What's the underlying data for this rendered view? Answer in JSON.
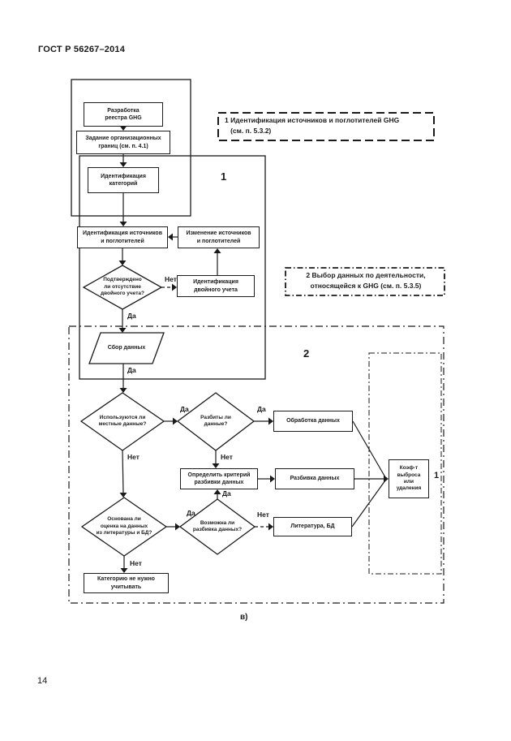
{
  "page": {
    "standard_ref": "ГОСТ Р 56267–2014",
    "page_number": "14",
    "figure_caption": "в)"
  },
  "legend": {
    "block1": "1 Идентификация источников и поглотителей GHG\n   (см. п. 5.3.2)",
    "block2": "2 Выбор данных по деятельности,\nотносящейся к GHG (см. п. 5.3.5)"
  },
  "zones": {
    "zone1": "1",
    "zone2": "2",
    "coef_ref": "1"
  },
  "nodes": {
    "registry": "Разработка\nреестра GHG",
    "boundaries": "Задание организационных\nграниц (см. п. 4.1)",
    "categories": "Идентификация\nкатегорий",
    "ident_sources": "Идентификация источников\nи поглотителей",
    "change_sources": "Изменение источников\nи поглотителей",
    "double_check": "Подтверждено\nли отсутствие\nдвойного учета?",
    "ident_double": "Идентификация\nдвойного учета",
    "collect": "Сбор данных",
    "local_data": "Используются ли\nместные данные?",
    "split_q": "Разбиты ли\nданные?",
    "processing": "Обработка данных",
    "criterion": "Определить критерий\nразбивки данных",
    "split": "Разбивка данных",
    "literature_q": "Основана ли\nоценка на данных\nиз литературы и БД?",
    "possible_q": "Возможна ли\nразбивка данных?",
    "literature": "Литература, БД",
    "coef": "Коэф-т\nвыброса\nили\nудаления",
    "category_skip": "Категорию не нужно\nучитывать"
  },
  "labels": {
    "yes": "Да",
    "no": "Нет"
  }
}
